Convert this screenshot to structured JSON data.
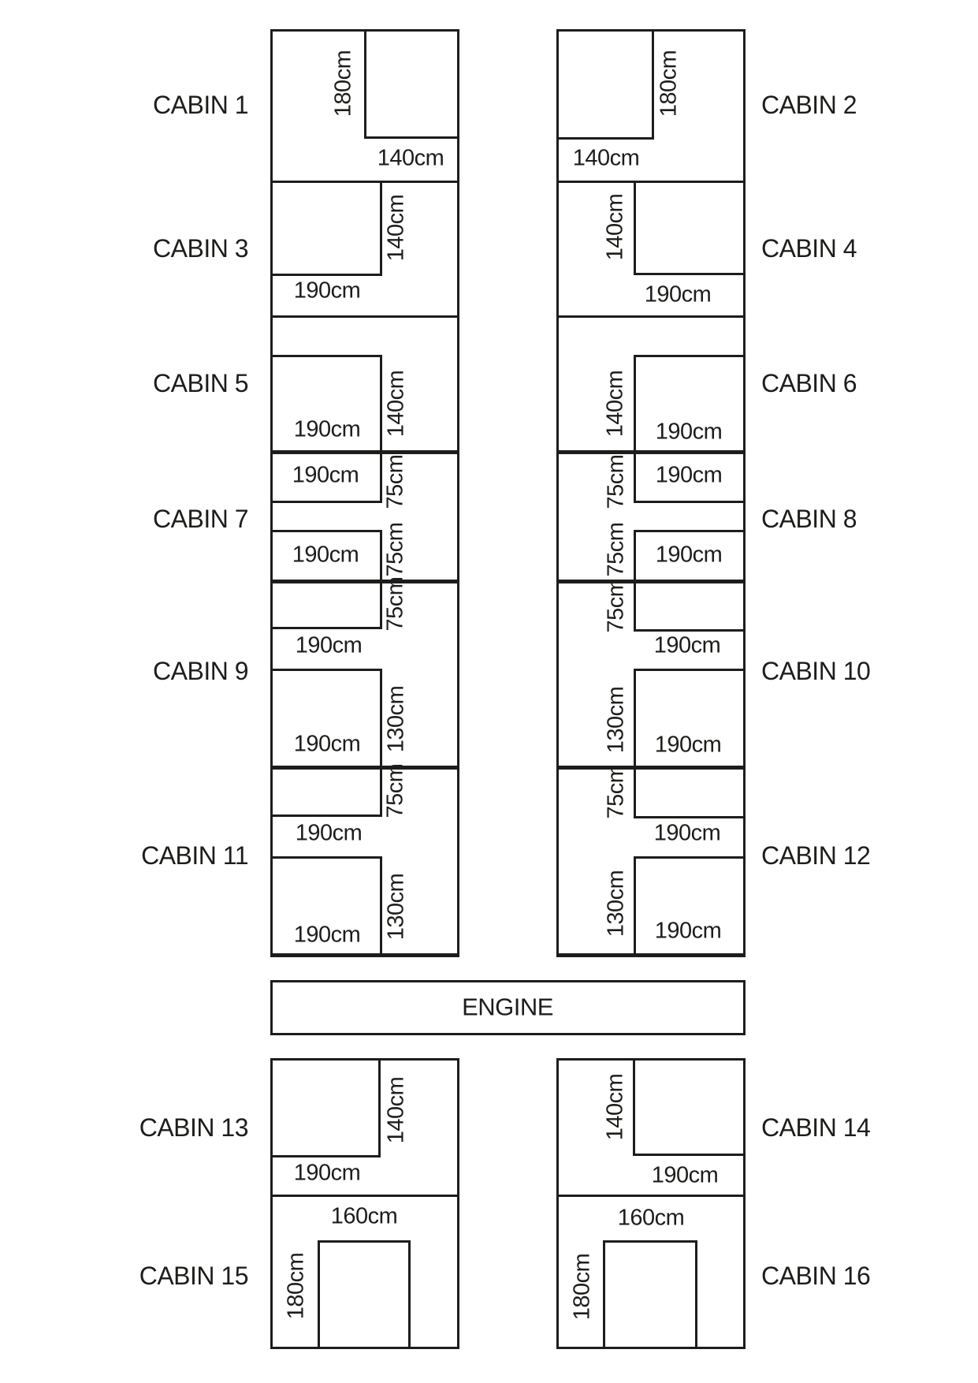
{
  "diagram": {
    "engine_label": "ENGINE",
    "line_color": "#1d1d1b",
    "background_color": "#ffffff"
  },
  "cabins": [
    {
      "name": "CABIN 1",
      "dim_labels": [
        {
          "text": "180cm",
          "orientation": "vertical"
        },
        {
          "text": "140cm",
          "orientation": "horizontal"
        }
      ]
    },
    {
      "name": "CABIN 2",
      "dim_labels": [
        {
          "text": "180cm",
          "orientation": "vertical"
        },
        {
          "text": "140cm",
          "orientation": "horizontal"
        }
      ]
    },
    {
      "name": "CABIN 3",
      "dim_labels": [
        {
          "text": "140cm",
          "orientation": "vertical"
        },
        {
          "text": "190cm",
          "orientation": "horizontal"
        }
      ]
    },
    {
      "name": "CABIN 4",
      "dim_labels": [
        {
          "text": "140cm",
          "orientation": "vertical"
        },
        {
          "text": "190cm",
          "orientation": "horizontal"
        }
      ]
    },
    {
      "name": "CABIN 5",
      "dim_labels": [
        {
          "text": "190cm",
          "orientation": "horizontal"
        },
        {
          "text": "140cm",
          "orientation": "vertical"
        }
      ]
    },
    {
      "name": "CABIN 6",
      "dim_labels": [
        {
          "text": "190cm",
          "orientation": "horizontal"
        },
        {
          "text": "140cm",
          "orientation": "vertical"
        }
      ]
    },
    {
      "name": "CABIN 7",
      "dim_labels": [
        {
          "text": "190cm",
          "orientation": "horizontal"
        },
        {
          "text": "75cm",
          "orientation": "vertical"
        },
        {
          "text": "190cm",
          "orientation": "horizontal"
        },
        {
          "text": "75cm",
          "orientation": "vertical"
        }
      ]
    },
    {
      "name": "CABIN 8",
      "dim_labels": [
        {
          "text": "190cm",
          "orientation": "horizontal"
        },
        {
          "text": "75cm",
          "orientation": "vertical"
        },
        {
          "text": "190cm",
          "orientation": "horizontal"
        },
        {
          "text": "75cm",
          "orientation": "vertical"
        }
      ]
    },
    {
      "name": "CABIN 9",
      "dim_labels": [
        {
          "text": "75cm",
          "orientation": "vertical"
        },
        {
          "text": "190cm",
          "orientation": "horizontal"
        },
        {
          "text": "190cm",
          "orientation": "horizontal"
        },
        {
          "text": "130cm",
          "orientation": "vertical"
        }
      ]
    },
    {
      "name": "CABIN 10",
      "dim_labels": [
        {
          "text": "75cm",
          "orientation": "vertical"
        },
        {
          "text": "190cm",
          "orientation": "horizontal"
        },
        {
          "text": "190cm",
          "orientation": "horizontal"
        },
        {
          "text": "130cm",
          "orientation": "vertical"
        }
      ]
    },
    {
      "name": "CABIN 11",
      "dim_labels": [
        {
          "text": "75cm",
          "orientation": "vertical"
        },
        {
          "text": "190cm",
          "orientation": "horizontal"
        },
        {
          "text": "190cm",
          "orientation": "horizontal"
        },
        {
          "text": "130cm",
          "orientation": "vertical"
        }
      ]
    },
    {
      "name": "CABIN 12",
      "dim_labels": [
        {
          "text": "75cm",
          "orientation": "vertical"
        },
        {
          "text": "190cm",
          "orientation": "horizontal"
        },
        {
          "text": "190cm",
          "orientation": "horizontal"
        },
        {
          "text": "130cm",
          "orientation": "vertical"
        }
      ]
    },
    {
      "name": "CABIN 13",
      "dim_labels": [
        {
          "text": "140cm",
          "orientation": "vertical"
        },
        {
          "text": "190cm",
          "orientation": "horizontal"
        }
      ]
    },
    {
      "name": "CABIN 14",
      "dim_labels": [
        {
          "text": "140cm",
          "orientation": "vertical"
        },
        {
          "text": "190cm",
          "orientation": "horizontal"
        }
      ]
    },
    {
      "name": "CABIN 15",
      "dim_labels": [
        {
          "text": "160cm",
          "orientation": "horizontal"
        },
        {
          "text": "180cm",
          "orientation": "vertical"
        }
      ]
    },
    {
      "name": "CABIN 16",
      "dim_labels": [
        {
          "text": "160cm",
          "orientation": "horizontal"
        },
        {
          "text": "180cm",
          "orientation": "vertical"
        }
      ]
    }
  ]
}
